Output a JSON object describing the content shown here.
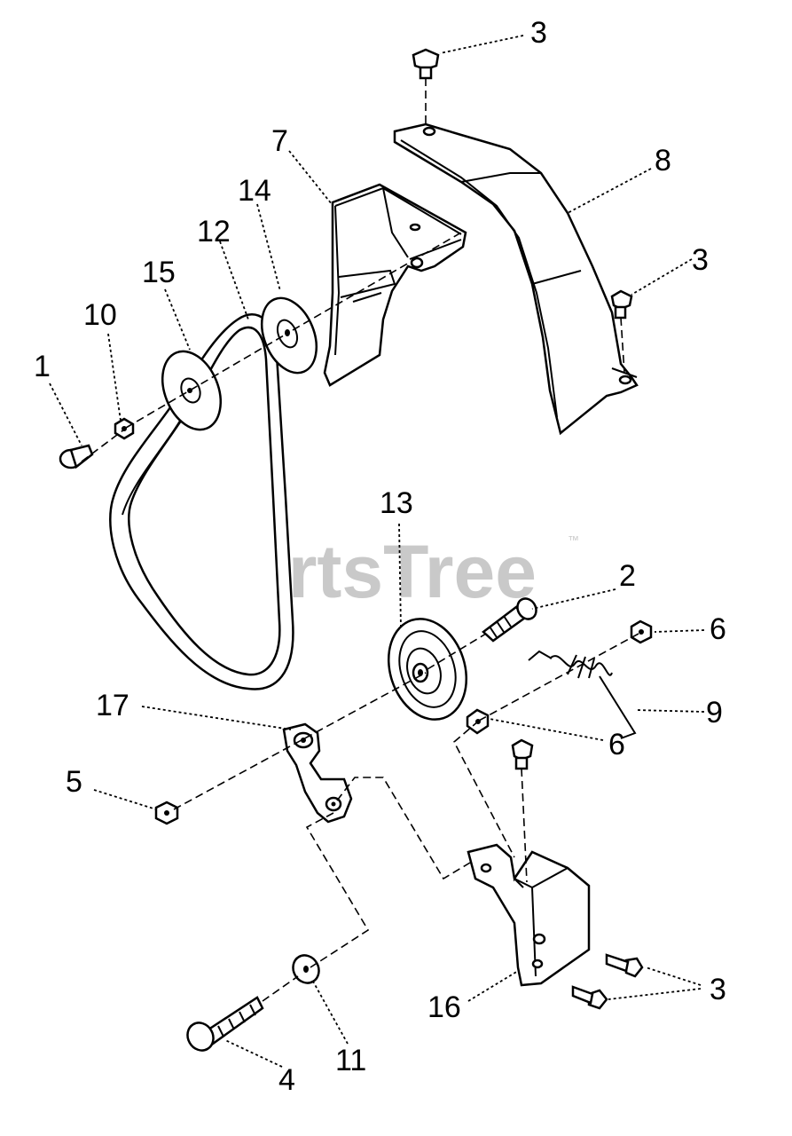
{
  "watermark": {
    "text": "PartsTree",
    "tm": "™"
  },
  "callouts": {
    "c3_top": "3",
    "c8": "8",
    "c7": "7",
    "c14": "14",
    "c12": "12",
    "c15": "15",
    "c10": "10",
    "c1": "1",
    "c3_right": "3",
    "c13": "13",
    "c2": "2",
    "c6_top": "6",
    "c9": "9",
    "c6_bottom": "6",
    "c17": "17",
    "c5": "5",
    "c16": "16",
    "c3_bottom": "3",
    "c11": "11",
    "c4": "4"
  }
}
